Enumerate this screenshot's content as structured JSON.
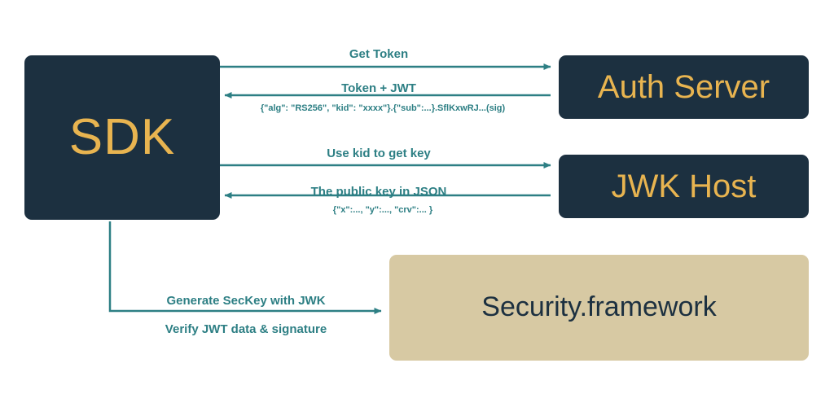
{
  "diagram": {
    "title": "JWT/JWK verification flow",
    "colors": {
      "background": "#ffffff",
      "node_dark_fill": "#1c3040",
      "node_dark_text": "#e8b450",
      "node_tan_fill": "#d7c9a3",
      "node_tan_text": "#1c3040",
      "connector": "#2d7f84"
    },
    "nodes": [
      {
        "id": "sdk",
        "label": "SDK"
      },
      {
        "id": "auth",
        "label": "Auth Server"
      },
      {
        "id": "jwk",
        "label": "JWK Host"
      },
      {
        "id": "security",
        "label": "Security.framework"
      }
    ],
    "edges": [
      {
        "id": "get-token",
        "from": "sdk",
        "to": "auth",
        "direction": "right",
        "label": "Get Token",
        "detail": ""
      },
      {
        "id": "token-jwt",
        "from": "auth",
        "to": "sdk",
        "direction": "left",
        "label": "Token + JWT",
        "detail": "{\"alg\": \"RS256\", \"kid\": \"xxxx\"}.{\"sub\":...}.SflKxwRJ...(sig)"
      },
      {
        "id": "use-kid",
        "from": "sdk",
        "to": "jwk",
        "direction": "right",
        "label": "Use kid to get key",
        "detail": ""
      },
      {
        "id": "public-key",
        "from": "jwk",
        "to": "sdk",
        "direction": "left",
        "label": "The public key in JSON",
        "detail": "{\"x\":..., \"y\":..., \"crv\":... }"
      },
      {
        "id": "seckey",
        "from": "sdk",
        "to": "security",
        "direction": "right",
        "label": "Generate SecKey with JWK",
        "detail": "Verify JWT data & signature"
      }
    ]
  }
}
